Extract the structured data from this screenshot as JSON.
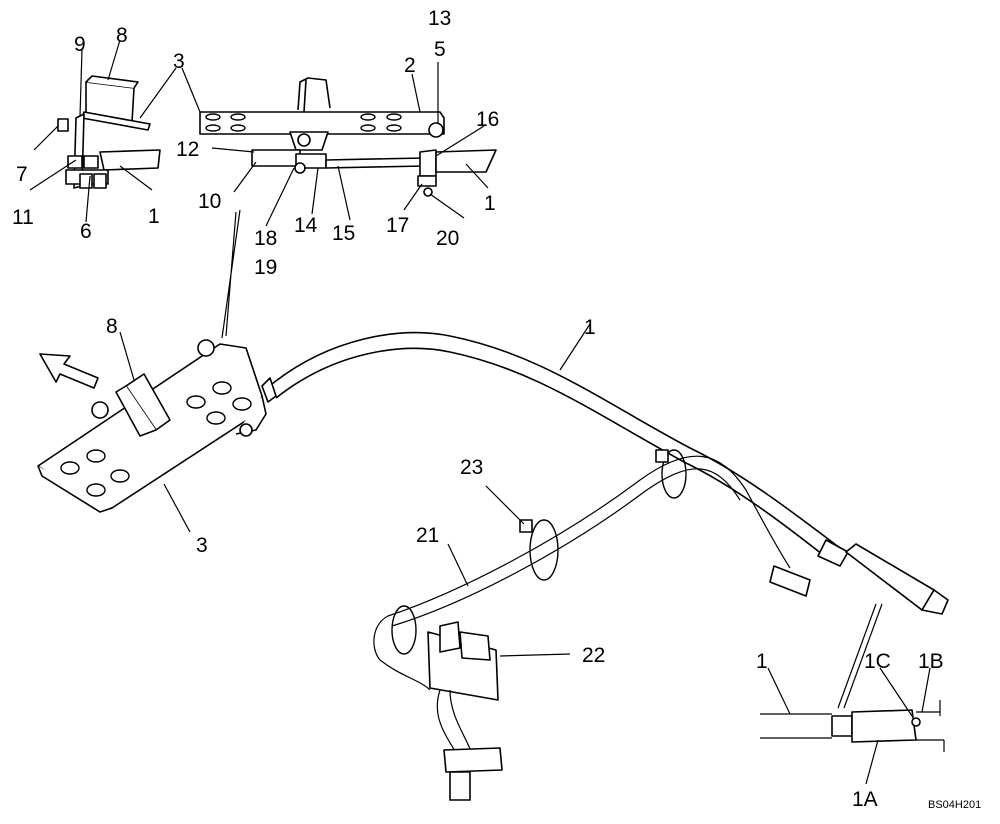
{
  "diagram": {
    "drawing_ref": "BS04H201",
    "callouts": [
      {
        "id": "c8a",
        "text": "8"
      },
      {
        "id": "c9",
        "text": "9"
      },
      {
        "id": "c3a",
        "text": "3"
      },
      {
        "id": "c7",
        "text": "7"
      },
      {
        "id": "c11",
        "text": "11"
      },
      {
        "id": "c6",
        "text": "6"
      },
      {
        "id": "c1a",
        "text": "1"
      },
      {
        "id": "c13",
        "text": "13"
      },
      {
        "id": "c5",
        "text": "5"
      },
      {
        "id": "c2",
        "text": "2"
      },
      {
        "id": "c16",
        "text": "16"
      },
      {
        "id": "c12",
        "text": "12"
      },
      {
        "id": "c10",
        "text": "10"
      },
      {
        "id": "c18",
        "text": "18"
      },
      {
        "id": "c19",
        "text": "19"
      },
      {
        "id": "c14",
        "text": "14"
      },
      {
        "id": "c15",
        "text": "15"
      },
      {
        "id": "c17",
        "text": "17"
      },
      {
        "id": "c20",
        "text": "20"
      },
      {
        "id": "c1b",
        "text": "1"
      },
      {
        "id": "c8b",
        "text": "8"
      },
      {
        "id": "c1c",
        "text": "1"
      },
      {
        "id": "c3b",
        "text": "3"
      },
      {
        "id": "c23",
        "text": "23"
      },
      {
        "id": "c21",
        "text": "21"
      },
      {
        "id": "c22",
        "text": "22"
      },
      {
        "id": "c1d",
        "text": "1"
      },
      {
        "id": "c1C",
        "text": "1C"
      },
      {
        "id": "c1B",
        "text": "1B"
      },
      {
        "id": "c1A",
        "text": "1A"
      }
    ]
  }
}
